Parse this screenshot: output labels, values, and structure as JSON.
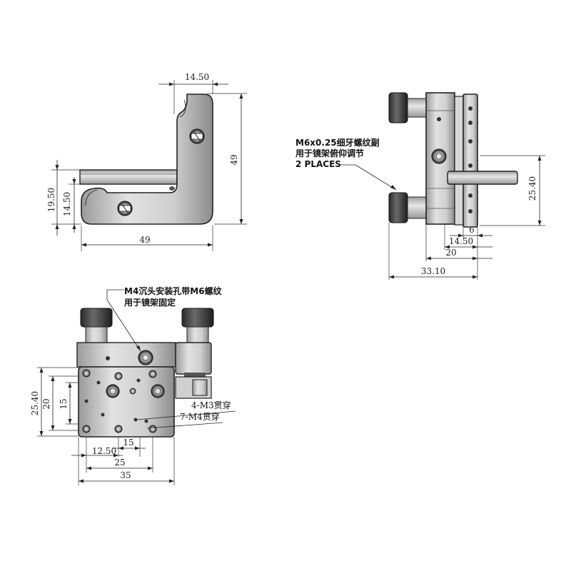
{
  "views": {
    "top": {
      "dims": {
        "width_top": "14.50",
        "height_right": "49",
        "height_left_outer": "19.50",
        "height_left_inner": "14.50",
        "width_bottom": "49"
      }
    },
    "side": {
      "note": {
        "line1": "M6x0.25细牙螺纹副",
        "line2": "用于镜架俯仰调节",
        "line3": "2 PLACES"
      },
      "dims": {
        "height_right": "25.40",
        "d6": "6",
        "d14_50": "14.50",
        "d20": "20",
        "d33_10": "33.10"
      }
    },
    "front": {
      "note": {
        "line1": "M4沉头安装孔带M6螺纹",
        "line2": "用于镜架固定"
      },
      "hole_labels": {
        "m3": "4-M3贯穿",
        "m4": "7-M4贯穿"
      },
      "dims": {
        "h25_40": "25.40",
        "h20": "20",
        "h15": "15",
        "w12_50": "12.50",
        "w15": "15",
        "w25": "25",
        "w35": "35"
      }
    }
  }
}
